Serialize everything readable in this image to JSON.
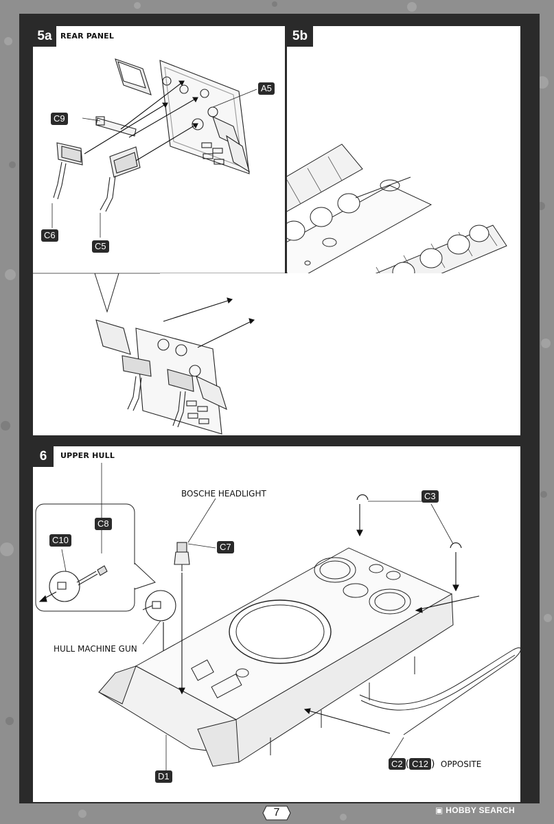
{
  "step5a": {
    "number": "5a",
    "title": "REAR PANEL"
  },
  "step5b": {
    "number": "5b"
  },
  "step6": {
    "number": "6",
    "title": "UPPER HULL"
  },
  "parts5": {
    "a5": "A5",
    "c9": "C9",
    "c6": "C6",
    "c5": "C5"
  },
  "parts6": {
    "c3": "C3",
    "c8": "C8",
    "c10": "C10",
    "c7": "C7",
    "d1": "D1",
    "c2": "C2",
    "c12": "C12"
  },
  "captions": {
    "bosche_headlight": "BOSCHE HEADLIGHT",
    "hull_machine_gun": "HULL MACHINE GUN",
    "opposite": "OPPOSITE",
    "paren_open": "(",
    "paren_close": ")"
  },
  "footer": {
    "page": "7",
    "watermark": "HOBBY SEARCH",
    "watermark_icon": "hobby-search-logo-icon"
  },
  "colors": {
    "frame": "#2a2a2a",
    "background": "#9a9a9a",
    "panel": "#ffffff"
  }
}
